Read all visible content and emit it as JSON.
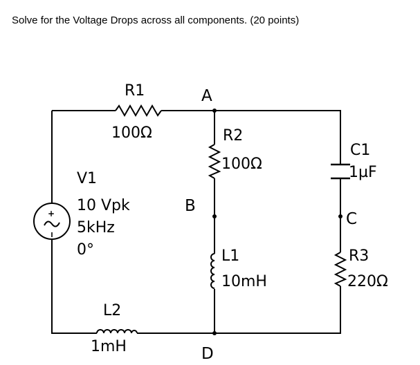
{
  "question": "Solve for the Voltage Drops across all components. (20 points)",
  "circuit": {
    "nodes": {
      "a": "A",
      "b": "B",
      "c": "C",
      "d": "D"
    },
    "source": {
      "name": "V1",
      "amplitude": "10 Vpk",
      "frequency": "5kHz",
      "phase": "0°",
      "plus": "+"
    },
    "r1": {
      "name": "R1",
      "value": "100Ω"
    },
    "r2": {
      "name": "R2",
      "value": "100Ω"
    },
    "r3": {
      "name": "R3",
      "value": "220Ω"
    },
    "l1": {
      "name": "L1",
      "value": "10mH"
    },
    "l2": {
      "name": "L2",
      "value": "1mH"
    },
    "c1": {
      "name": "C1",
      "value": "1µF"
    }
  }
}
